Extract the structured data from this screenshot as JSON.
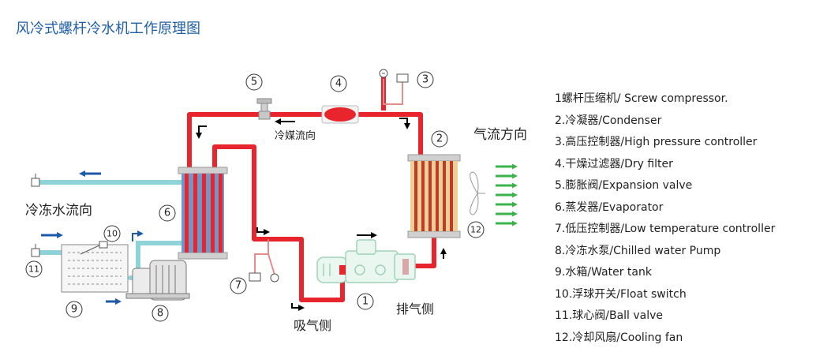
{
  "title": "风冷式螺杆冷水机工作原理图",
  "labels": {
    "refrigerant_flow": "冷媒流向",
    "air_flow": "气流方向",
    "chilled_water_flow": "冷冻水流向",
    "suction_side": "吸气侧",
    "discharge_side": "排气侧"
  },
  "numbers": [
    "1",
    "2",
    "3",
    "4",
    "5",
    "6",
    "7",
    "8",
    "9",
    "10",
    "11",
    "12"
  ],
  "legend": [
    "1螺杆压缩机/ Screw compressor.",
    "2.冷凝器/Condenser",
    "3.高压控制器/High pressure controller",
    "4.干燥过滤器/Dry filter",
    "5.膨胀阀/Expansion valve",
    "6.蒸发器/Evaporator",
    "7.低压控制器/Low temperature controller",
    "8.冷冻水泵/Chilled water Pump",
    "9.水箱/Water tank",
    "10.浮球开关/Float switch",
    "11.球心阀/Ball valve",
    "12.冷却风扇/Cooling fan"
  ],
  "colors": {
    "title": "#1f5fa8",
    "refrigerant_pipe": "#e8252c",
    "water_pipe": "#8ed3d8",
    "arrow_blue": "#1e5aa8",
    "fan_arrow": "#3cb44b",
    "evaporator_fins": "#7fa7cf",
    "condenser_fins": "#e9c98a"
  }
}
